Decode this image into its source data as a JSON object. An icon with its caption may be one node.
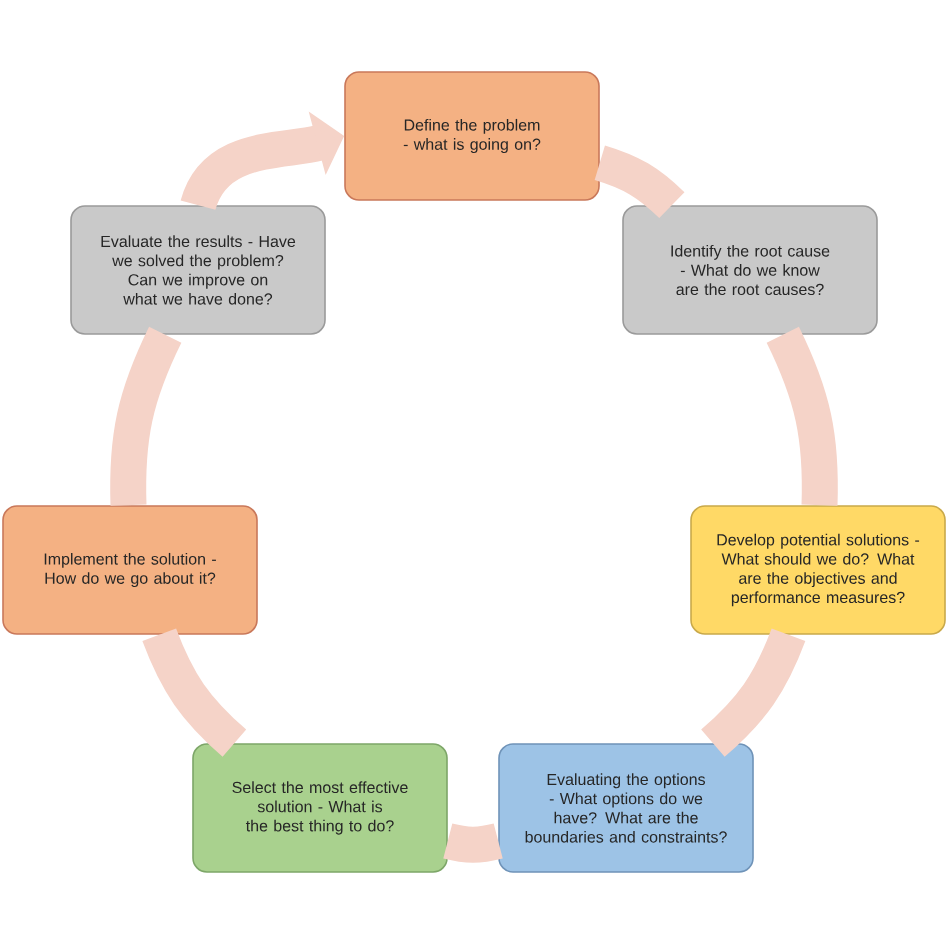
{
  "diagram": {
    "nodes": [
      {
        "text": [
          "Define the problem - what is going on?"
        ]
      },
      {
        "text": [
          "Identify the root cause - What do we know are the root causes?"
        ]
      },
      {
        "text": [
          "Develop potential solutions - What should we do? What are the objectives and performance measures?"
        ]
      },
      {
        "text": [
          "Evaluating the options - What options do we have? What are the boundaries and constraints?"
        ]
      },
      {
        "text": [
          "Select the most effective solution - What is the best thing to do?"
        ]
      },
      {
        "text": [
          "Implement the solution - How do we go about it?"
        ]
      },
      {
        "text": [
          "Evaluate the results - Have we solved the problem? Can we improve on what we have done?"
        ]
      }
    ],
    "edges": [
      {
        "from": 0,
        "to": 1,
        "arrow": "none"
      },
      {
        "from": 1,
        "to": 2,
        "arrow": "none"
      },
      {
        "from": 2,
        "to": 3,
        "arrow": "none"
      },
      {
        "from": 3,
        "to": 4,
        "arrow": "none"
      },
      {
        "from": 4,
        "to": 5,
        "arrow": "none"
      },
      {
        "from": 5,
        "to": 6,
        "arrow": "none"
      },
      {
        "from": 6,
        "to": 0,
        "arrow": "to"
      }
    ]
  }
}
